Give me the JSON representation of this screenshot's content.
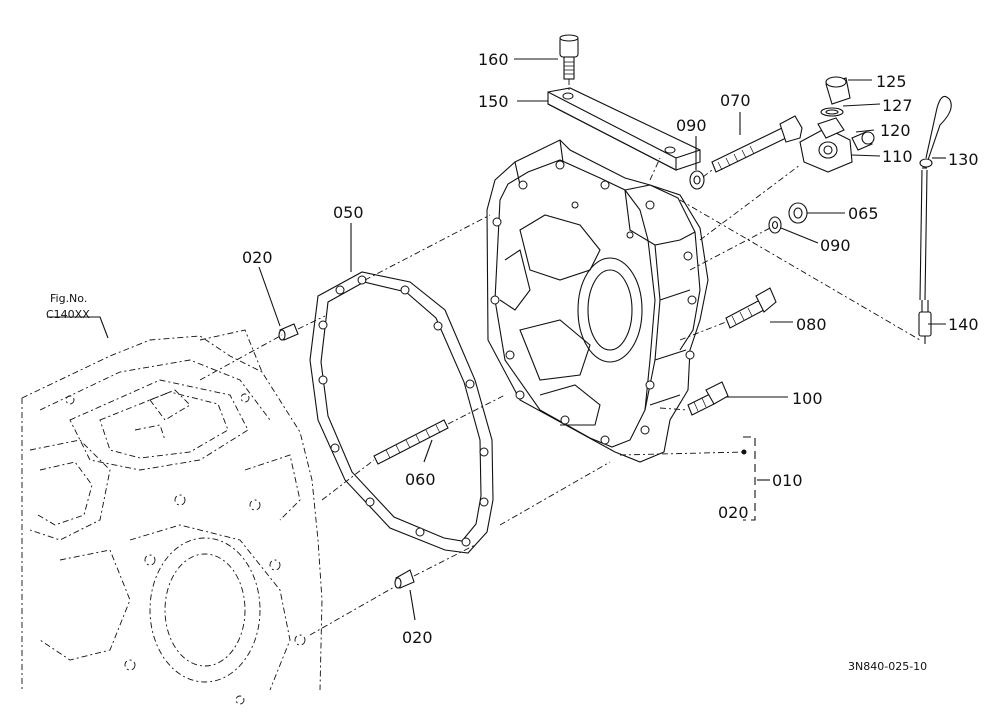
{
  "figure_reference": {
    "line1": "Fig.No.",
    "line2": "C140XX"
  },
  "parts": [
    {
      "id": "p160",
      "number": "160"
    },
    {
      "id": "p150",
      "number": "150"
    },
    {
      "id": "p070",
      "number": "070"
    },
    {
      "id": "p090a",
      "number": "090"
    },
    {
      "id": "p125",
      "number": "125"
    },
    {
      "id": "p127",
      "number": "127"
    },
    {
      "id": "p120",
      "number": "120"
    },
    {
      "id": "p110",
      "number": "110"
    },
    {
      "id": "p130",
      "number": "130"
    },
    {
      "id": "p065",
      "number": "065"
    },
    {
      "id": "p090b",
      "number": "090"
    },
    {
      "id": "p050",
      "number": "050"
    },
    {
      "id": "p020a",
      "number": "020"
    },
    {
      "id": "p080",
      "number": "080"
    },
    {
      "id": "p140",
      "number": "140"
    },
    {
      "id": "p100",
      "number": "100"
    },
    {
      "id": "p060",
      "number": "060"
    },
    {
      "id": "p010",
      "number": "010"
    },
    {
      "id": "p020b",
      "number": "020"
    },
    {
      "id": "p020c",
      "number": "020"
    }
  ],
  "drawing_code": "3N840-025-10"
}
